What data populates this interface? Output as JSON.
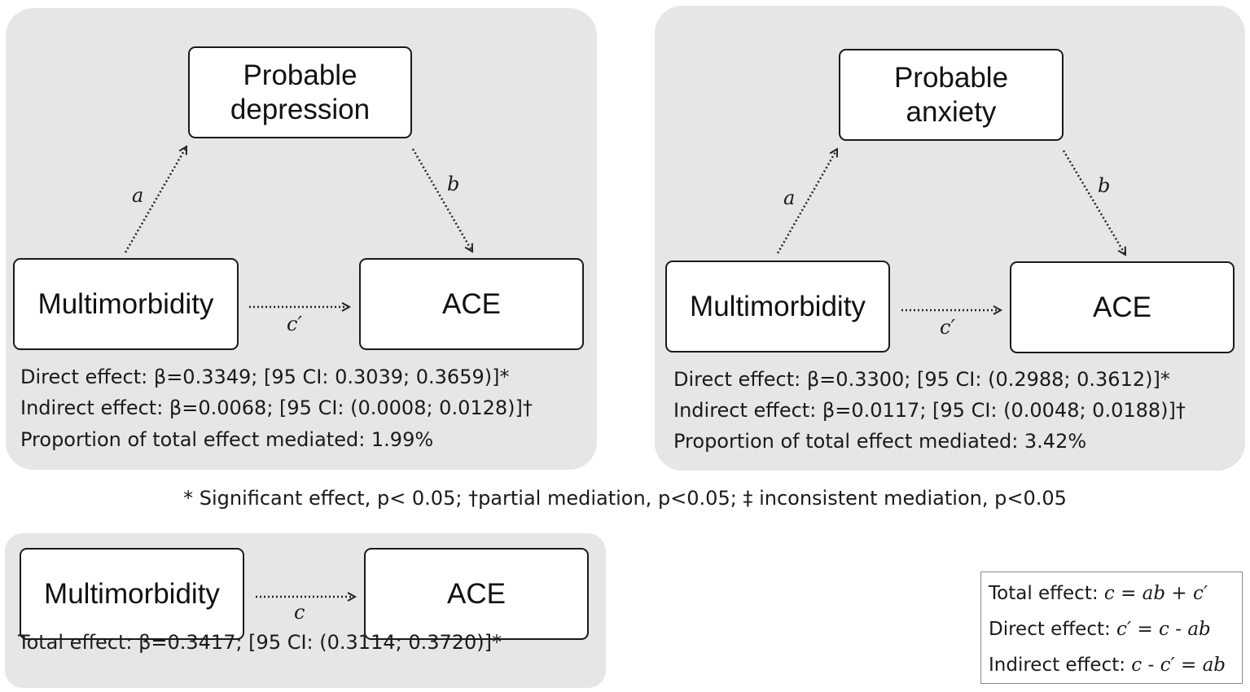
{
  "panel_depression": {
    "mediator": "Probable\ndepression",
    "exposure": "Multimorbidity",
    "outcome": "ACE",
    "path_a": "a",
    "path_b": "b",
    "path_c_prime": "c′",
    "direct_effect": "Direct effect: β=0.3349; [95 CI: 0.3039; 0.3659)]*",
    "indirect_effect": "Indirect effect: β=0.0068; [95 CI: (0.0008; 0.0128)]†",
    "proportion": "Proportion of total effect mediated:  1.99%"
  },
  "panel_anxiety": {
    "mediator": "Probable\nanxiety",
    "exposure": "Multimorbidity",
    "outcome": "ACE",
    "path_a": "a",
    "path_b": "b",
    "path_c_prime": "c′",
    "direct_effect": "Direct effect: β=0.3300; [95 CI: (0.2988; 0.3612)]*",
    "indirect_effect": "Indirect effect: β=0.0117; [95 CI: (0.0048; 0.0188)]†",
    "proportion": "Proportion of total effect mediated:  3.42%"
  },
  "footnote": "* Significant effect, p< 0.05; †partial mediation, p<0.05; ‡ inconsistent mediation, p<0.05",
  "panel_total": {
    "exposure": "Multimorbidity",
    "outcome": "ACE",
    "path_c": "c",
    "total_effect": "Total effect: β=0.3417; [95 CI: (0.3114; 0.3720)]*"
  },
  "legend": {
    "total_label": "Total effect: ",
    "total_formula": "c = ab + c′",
    "direct_label": "Direct effect: ",
    "direct_formula": "c′ = c - ab",
    "indirect_label": "Indirect effect: ",
    "indirect_formula": "c - c′ = ab"
  },
  "colors": {
    "panel_background": "#e6e6e6",
    "box_border": "#1a1a1a",
    "arrow": "#222222"
  }
}
